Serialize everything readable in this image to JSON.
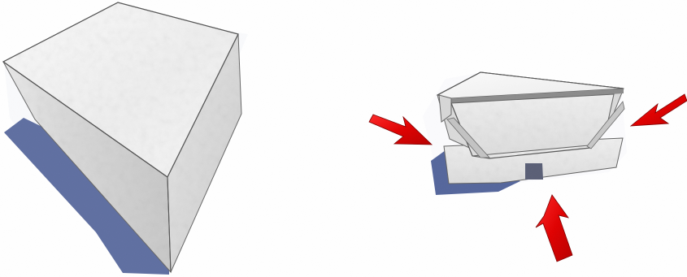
{
  "scene": {
    "left_model": {
      "name": "wedge-block",
      "material": "concrete"
    },
    "right_model": {
      "name": "assembled-hopper-base",
      "material": "concrete"
    },
    "arrows": [
      {
        "name": "left-arrow",
        "icon": "arrow-icon"
      },
      {
        "name": "right-arrow",
        "icon": "arrow-icon"
      },
      {
        "name": "bottom-arrow",
        "icon": "arrow-icon"
      }
    ],
    "colors": {
      "background": "#ffffff",
      "concrete_light": "#f2f2f2",
      "concrete_mid": "#d9d9d9",
      "concrete_dark": "#a7a7a7",
      "shadow": "#4d5f96",
      "arrow": "#d70000",
      "arrow_dark": "#8e0000",
      "outline": "#5a5a5a"
    }
  }
}
